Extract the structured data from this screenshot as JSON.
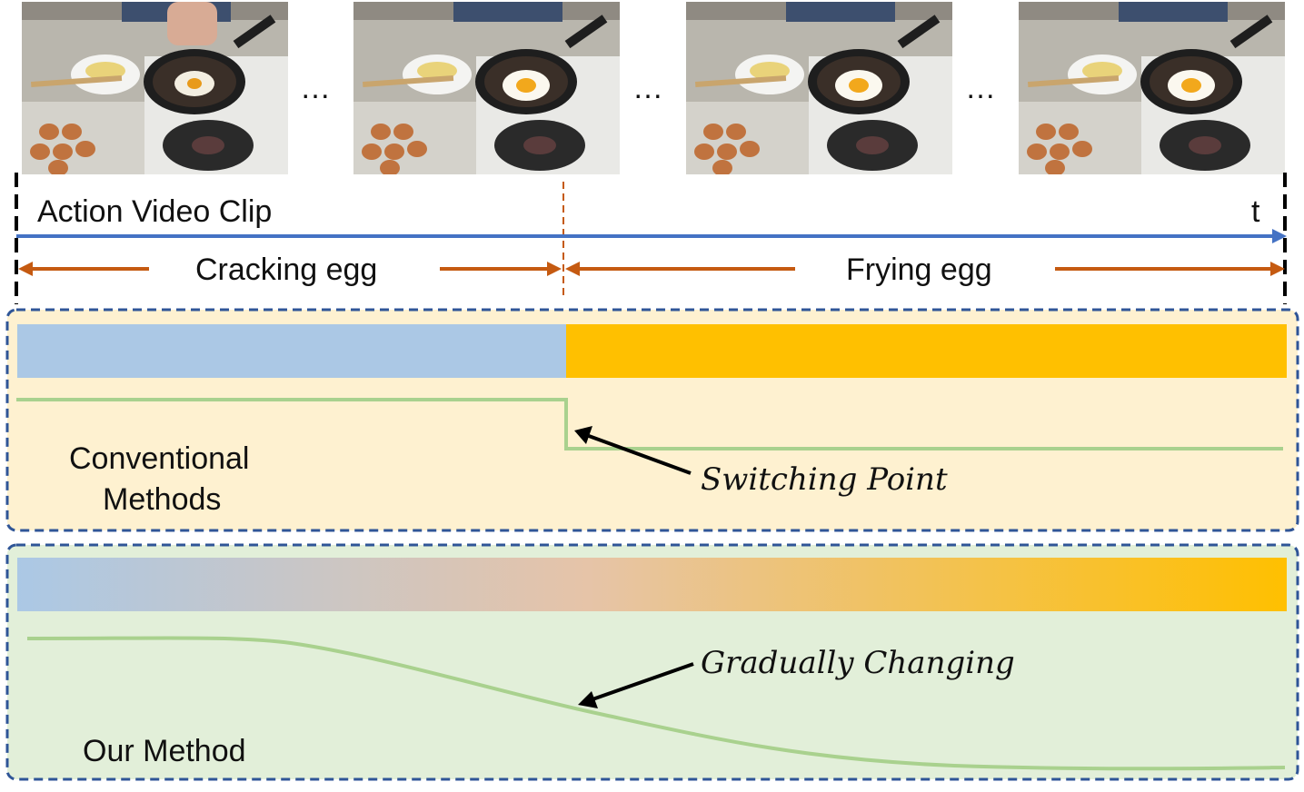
{
  "header": {
    "clip_label": "Action Video Clip",
    "time_label": "t",
    "ellipsis": "…"
  },
  "segments": [
    {
      "label": "Cracking egg"
    },
    {
      "label": "Frying egg"
    }
  ],
  "frames": [
    {
      "egg_state": "cracking"
    },
    {
      "egg_state": "fried"
    },
    {
      "egg_state": "fried"
    },
    {
      "egg_state": "fried"
    }
  ],
  "panels": {
    "conventional": {
      "label_line1": "Conventional",
      "label_line2": "Methods",
      "annotation": "Switching Point",
      "bar_colors": [
        "#abc8e5",
        "#ffc000"
      ],
      "background": "#fef1d0"
    },
    "ours": {
      "label": "Our Method",
      "annotation": "Gradually Changing",
      "bar_gradient": [
        "#abc8e5",
        "#e6c4a8",
        "#ffc000"
      ],
      "background": "#e2efd9"
    }
  },
  "colors": {
    "timeline_arrow": "#4472c4",
    "segment_arrow": "#c55a11",
    "curve": "#a9d18e",
    "panel_border": "#2f5597"
  }
}
